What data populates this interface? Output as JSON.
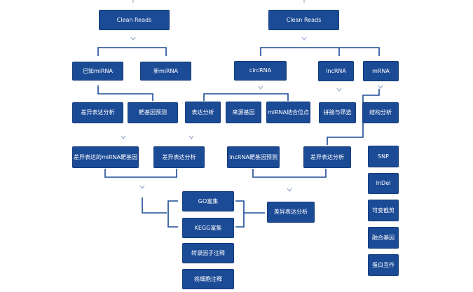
{
  "nodes": {
    "clean_reads_left": "Clean Reads",
    "clean_reads_right": "Clean Reads",
    "known_mirna": "已知miRNA",
    "novel_mirna": "新miRNA",
    "circrna": "circRNA",
    "lncrna": "lncRNA",
    "mrna": "mRNA",
    "diff_expr_1": "差异表达分析",
    "target_prediction": "靶基因预测",
    "expression_analysis": "表达分析",
    "source_gene": "来源基因",
    "mirna_binding_site": "miRNA结合位点",
    "splice_filter": "拼接与筛选",
    "structure_analysis": "结构分析",
    "diff_mirna_target": "差异表达的miRNA靶基因",
    "diff_expr_2": "差异表达分析",
    "lncrna_target_prediction": "lncRNA靶基因预测",
    "diff_expr_3": "差异表达分析",
    "snp": "SNP",
    "indel": "InDel",
    "alt_splicing": "可变截剪",
    "fusion_gene": "融合基因",
    "protein_interaction": "蛋白互作",
    "go_enrichment": "GO富集",
    "kegg_enrichment": "KEGG富集",
    "tf_annotation": "转录因子注释",
    "cancer_cell_annotation": "癌细胞注释",
    "diff_expr_4": "差异表达分析"
  },
  "colors": {
    "node_fill": "#1c4b96",
    "connector": "#1c4b96",
    "arrow": "#9fb1cf",
    "background": "#ffffff"
  }
}
